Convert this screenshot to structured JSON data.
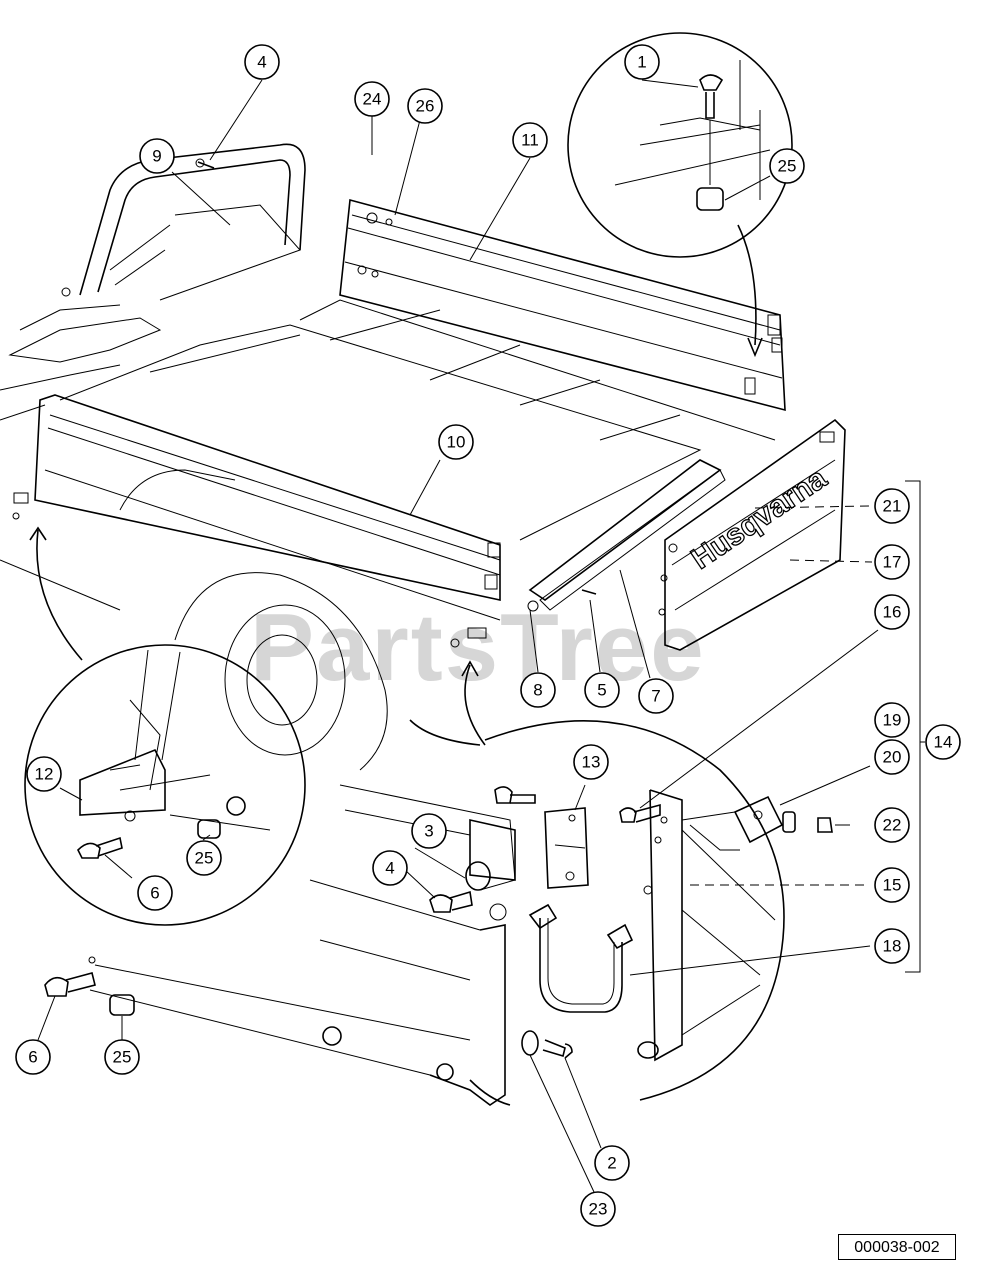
{
  "watermark": "PartsTree",
  "brand_decal": "Husqvarna",
  "diagram_code": "000038-002",
  "callouts": {
    "c1": "1",
    "c2": "2",
    "c3": "3",
    "c4a": "4",
    "c4b": "4",
    "c5": "5",
    "c6a": "6",
    "c6b": "6",
    "c7": "7",
    "c8": "8",
    "c9": "9",
    "c10": "10",
    "c11": "11",
    "c12": "12",
    "c13": "13",
    "c14": "14",
    "c15": "15",
    "c16": "16",
    "c17": "17",
    "c18": "18",
    "c19": "19",
    "c20": "20",
    "c21": "21",
    "c22": "22",
    "c23": "23",
    "c24": "24",
    "c25a": "25",
    "c25b": "25",
    "c25c": "25",
    "c26": "26"
  }
}
